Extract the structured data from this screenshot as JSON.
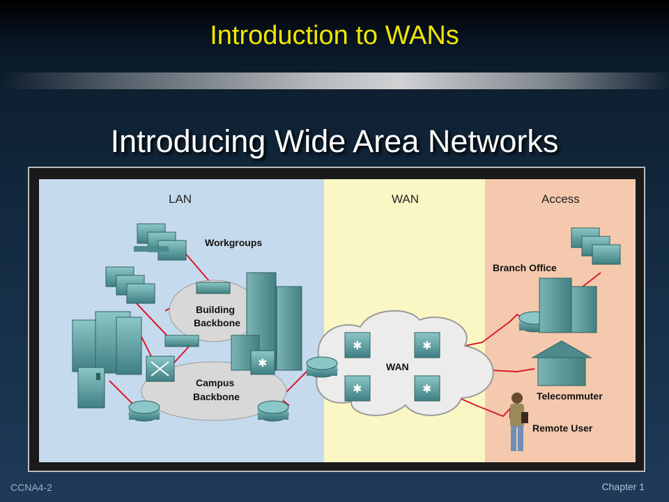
{
  "header": {
    "title": "Introduction to WANs"
  },
  "slide": {
    "title": "Introducing Wide Area Networks"
  },
  "diagram": {
    "zones": {
      "lan": "LAN",
      "wan": "WAN",
      "access": "Access"
    },
    "labels": {
      "workgroups": "Workgroups",
      "building_backbone_1": "Building",
      "building_backbone_2": "Backbone",
      "campus_backbone_1": "Campus",
      "campus_backbone_2": "Backbone",
      "wan_cloud": "WAN",
      "branch_office": "Branch Office",
      "telecommuter": "Telecommuter",
      "remote_user": "Remote User"
    },
    "colors": {
      "lan_bg": "#c6daee",
      "wan_bg": "#fbf7c4",
      "access_bg": "#f4c9ad",
      "links": "#d8192a",
      "device": "#5f9ea0"
    }
  },
  "footer": {
    "left": "CCNA4-2",
    "right": "Chapter 1"
  }
}
